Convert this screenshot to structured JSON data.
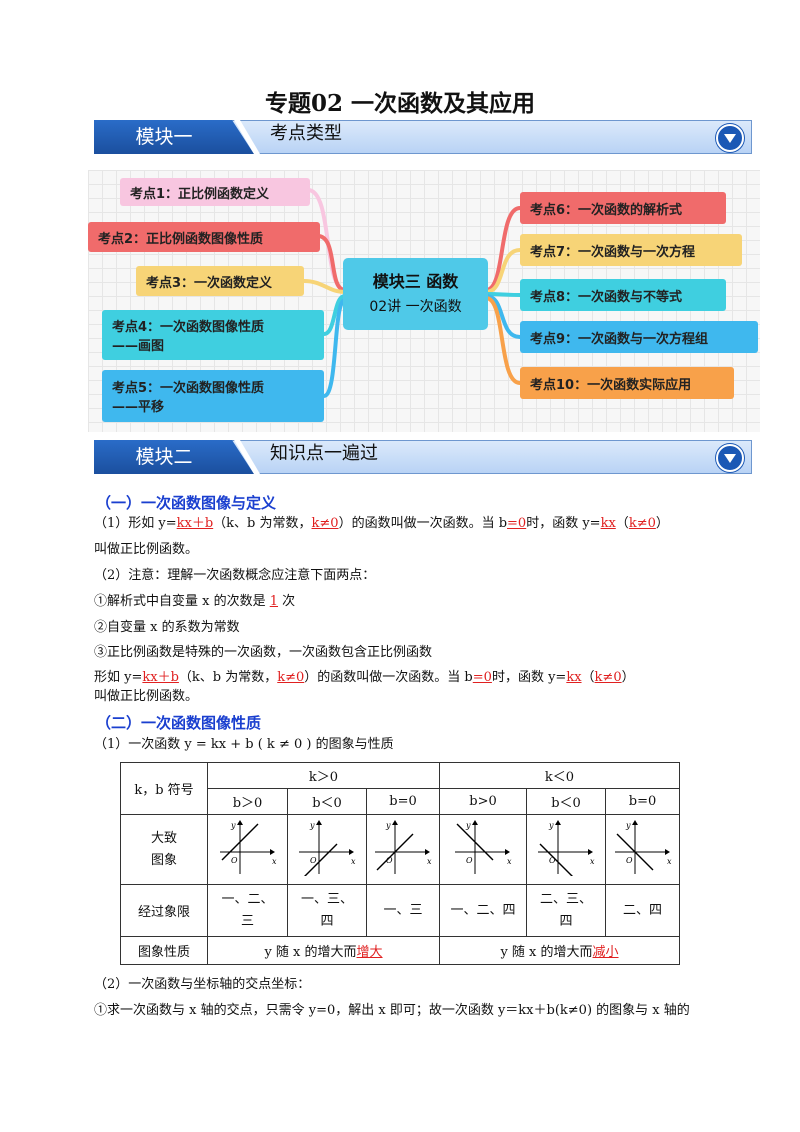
{
  "title": "专题02 一次函数及其应用",
  "banner1": {
    "tab": "模块一",
    "label": "考点类型"
  },
  "banner2": {
    "tab": "模块二",
    "label": "知识点一遍过"
  },
  "mindmap": {
    "center_line1": "模块三  函数",
    "center_line2": "02讲  一次函数",
    "left": [
      {
        "text": "考点1：正比例函数定义",
        "color": "#f8c6e0"
      },
      {
        "text": "考点2：正比例函数图像性质",
        "color": "#f06b6b"
      },
      {
        "text": "考点3：一次函数定义",
        "color": "#f7d477"
      },
      {
        "text": "考点4：一次函数图像性质\n——画图",
        "color": "#3fcfe0"
      },
      {
        "text": "考点5：一次函数图像性质\n——平移",
        "color": "#3fb8ee"
      }
    ],
    "right": [
      {
        "text": "考点6：一次函数的解析式",
        "color": "#f06b6b"
      },
      {
        "text": "考点7：一次函数与一次方程",
        "color": "#f7d477"
      },
      {
        "text": "考点8：一次函数与不等式",
        "color": "#3fcfe0"
      },
      {
        "text": "考点9：一次函数与一次方程组",
        "color": "#3fb8ee"
      },
      {
        "text": "考点10：一次函数实际应用",
        "color": "#f8a14a"
      }
    ]
  },
  "section1": {
    "heading": "（一）一次函数图像与定义",
    "p1_a": "（1）形如 y=",
    "p1_u1": "kx＋b",
    "p1_b": "（k、b 为常数，",
    "p1_u2": "k≠0",
    "p1_c": "）的函数叫做一次函数。当 b",
    "p1_u3": "=0",
    "p1_d": "时，函数 y=",
    "p1_u4": "kx",
    "p1_e": "（",
    "p1_u5": "k≠0",
    "p1_f": "）",
    "p1_line2": "叫做正比例函数。",
    "p2": "（2）注意：理解一次函数概念应注意下面两点：",
    "p3_a": "①解析式中自变量 x 的次数是 ",
    "p3_u": "1",
    "p3_b": " 次",
    "p4": "②自变量 x 的系数为常数",
    "p5": "③正比例函数是特殊的一次函数，一次函数包含正比例函数",
    "p6_a": "形如 y=",
    "p6_u1": "kx＋b",
    "p6_b": "（k、b 为常数，",
    "p6_u2": "k≠0",
    "p6_c": "）的函数叫做一次函数。当 b",
    "p6_u3": "=0",
    "p6_d": "时，函数 y=",
    "p6_u4": "kx",
    "p6_e": "（",
    "p6_u5": "k≠0",
    "p6_f": "）",
    "p6_line2": "叫做正比例函数。"
  },
  "section2": {
    "heading": "（二）一次函数图像性质",
    "p1": "（1）一次函数 y = kx + b ( k ≠ 0 ) 的图象与性质",
    "table": {
      "h_kb": "k，b 符号",
      "h_kpos": "k＞0",
      "h_kneg": "k＜0",
      "sub": [
        "b＞0",
        "b＜0",
        "b=0",
        "b>0",
        "b＜0",
        "b=0"
      ],
      "row_graph": "大致\n图象",
      "row_quad": "经过象限",
      "quads": [
        "一、二、\n三",
        "一、三、\n四",
        "一、三",
        "一、二、四",
        "二、三、\n四",
        "二、四"
      ],
      "row_prop": "图象性质",
      "prop_pos_a": "y 随 x 的增大而",
      "prop_pos_u": "增大",
      "prop_neg_a": "y 随 x 的增大而",
      "prop_neg_u": "减小",
      "axis_x": "x",
      "axis_y": "y",
      "axis_o": "O"
    },
    "p2": "（2）一次函数与坐标轴的交点坐标：",
    "p3": "①求一次函数与 x 轴的交点，只需令 y=0，解出 x 即可；故一次函数 y＝kx＋b(k≠0) 的图象与 x 轴的"
  }
}
